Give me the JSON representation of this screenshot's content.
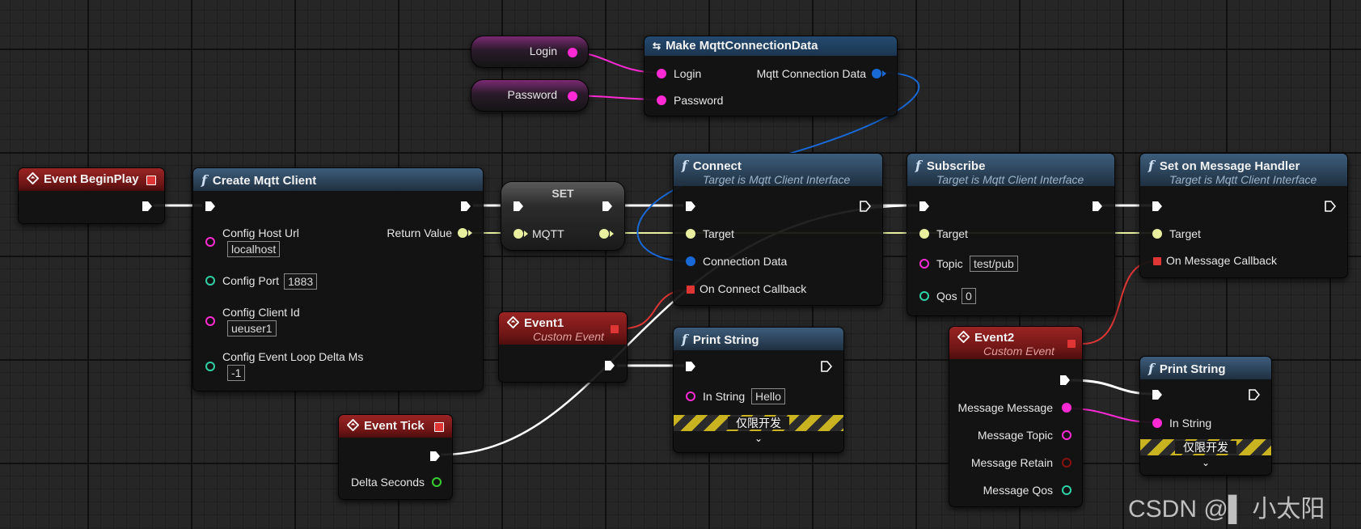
{
  "colors": {
    "exec": "#ffffff",
    "string": "#ff2ad4",
    "struct": "#1868d6",
    "object": "#e8f0a0",
    "integer": "#2fd2a6",
    "float": "#36d030",
    "delegate": "#e03535",
    "bool": "#8a0f0f",
    "func_header": "#2b4258",
    "event_header": "#7a1818"
  },
  "login_var": {
    "label": "Login"
  },
  "password_var": {
    "label": "Password"
  },
  "make_conn": {
    "title": "Make MqttConnectionData",
    "login": "Login",
    "password": "Password",
    "output": "Mqtt Connection Data"
  },
  "begin_play": {
    "title": "Event BeginPlay"
  },
  "create_client": {
    "title": "Create Mqtt Client",
    "host_label": "Config Host Url",
    "host_value": "localhost",
    "port_label": "Config Port",
    "port_value": "1883",
    "client_label": "Config Client Id",
    "client_value": "ueuser1",
    "loop_label": "Config Event Loop Delta Ms",
    "loop_value": "-1",
    "return_label": "Return Value"
  },
  "set_node": {
    "title": "SET",
    "var": "MQTT"
  },
  "connect": {
    "title": "Connect",
    "subtitle": "Target is Mqtt Client Interface",
    "target": "Target",
    "conn_data": "Connection Data",
    "callback": "On Connect Callback"
  },
  "subscribe": {
    "title": "Subscribe",
    "subtitle": "Target is Mqtt Client Interface",
    "target": "Target",
    "topic_label": "Topic",
    "topic_value": "test/pub",
    "qos_label": "Qos",
    "qos_value": "0"
  },
  "set_handler": {
    "title": "Set on Message Handler",
    "subtitle": "Target is Mqtt Client Interface",
    "target": "Target",
    "callback": "On Message Callback"
  },
  "event1": {
    "title": "Event1",
    "subtitle": "Custom Event"
  },
  "print1": {
    "title": "Print String",
    "in_label": "In String",
    "in_value": "Hello",
    "dev_only": "仅限开发"
  },
  "event_tick": {
    "title": "Event Tick",
    "delta": "Delta Seconds"
  },
  "event2": {
    "title": "Event2",
    "subtitle": "Custom Event",
    "msg_message": "Message Message",
    "msg_topic": "Message Topic",
    "msg_retain": "Message Retain",
    "msg_qos": "Message Qos"
  },
  "print2": {
    "title": "Print String",
    "in_label": "In String",
    "dev_only": "仅限开发"
  },
  "watermark": "CSDN @▌ 小太阳",
  "icons": [
    "function-icon",
    "event-diamond-icon",
    "exec-pin-icon",
    "data-pin-icon",
    "delegate-pin-icon",
    "expand-chevron-icon"
  ]
}
